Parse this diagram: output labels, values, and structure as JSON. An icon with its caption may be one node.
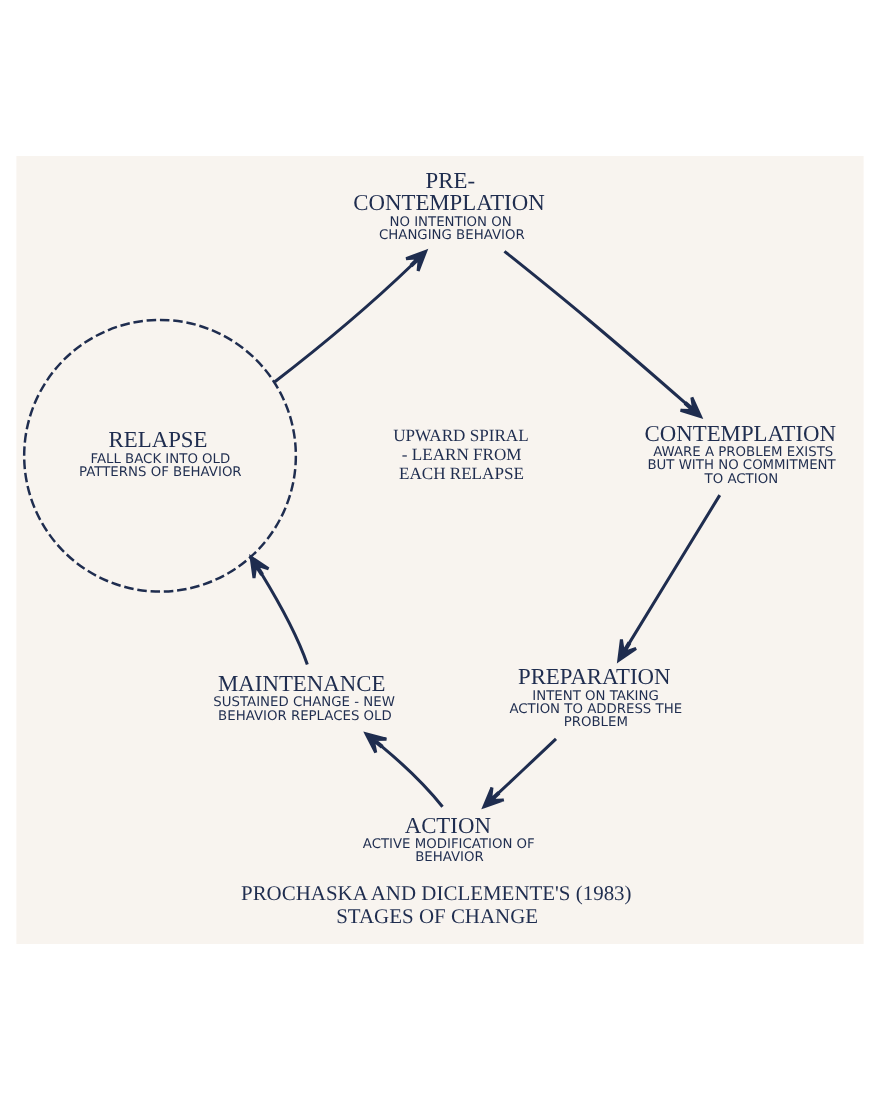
{
  "diagram": {
    "caption": "PROCHASKA AND DICLEMENTE'S (1983) STAGES OF CHANGE",
    "nodes": [
      {
        "text": [
          "PRE-CONTEMPLATION",
          "NO INTENTION ON CHANGING BEHAVIOR"
        ]
      },
      {
        "text": [
          "CONTEMPLATION",
          "AWARE A PROBLEM EXISTS BUT WITH NO COMMITMENT TO ACTION"
        ]
      },
      {
        "text": [
          "PREPARATION",
          "INTENT ON TAKING ACTION TO ADDRESS THE PROBLEM"
        ]
      },
      {
        "text": [
          "ACTION",
          "ACTIVE MODIFICATION OF BEHAVIOR"
        ]
      },
      {
        "text": [
          "MAINTENANCE",
          "SUSTAINED CHANGE - NEW BEHAVIOR REPLACES OLD"
        ]
      },
      {
        "text": [
          "RELAPSE",
          "FALL BACK INTO OLD PATTERNS OF BEHAVIOR"
        ]
      }
    ],
    "edges": [
      {
        "from": 0,
        "to": 1,
        "arrow": "to"
      },
      {
        "from": 1,
        "to": 2,
        "arrow": "to"
      },
      {
        "from": 2,
        "to": 3,
        "arrow": "to"
      },
      {
        "from": 3,
        "to": 4,
        "arrow": "to"
      },
      {
        "from": 4,
        "to": 5,
        "arrow": "to"
      },
      {
        "from": 5,
        "to": 0,
        "arrow": "to"
      }
    ],
    "labels": [
      "UPWARD SPIRAL - LEARN FROM EACH RELAPSE"
    ]
  }
}
